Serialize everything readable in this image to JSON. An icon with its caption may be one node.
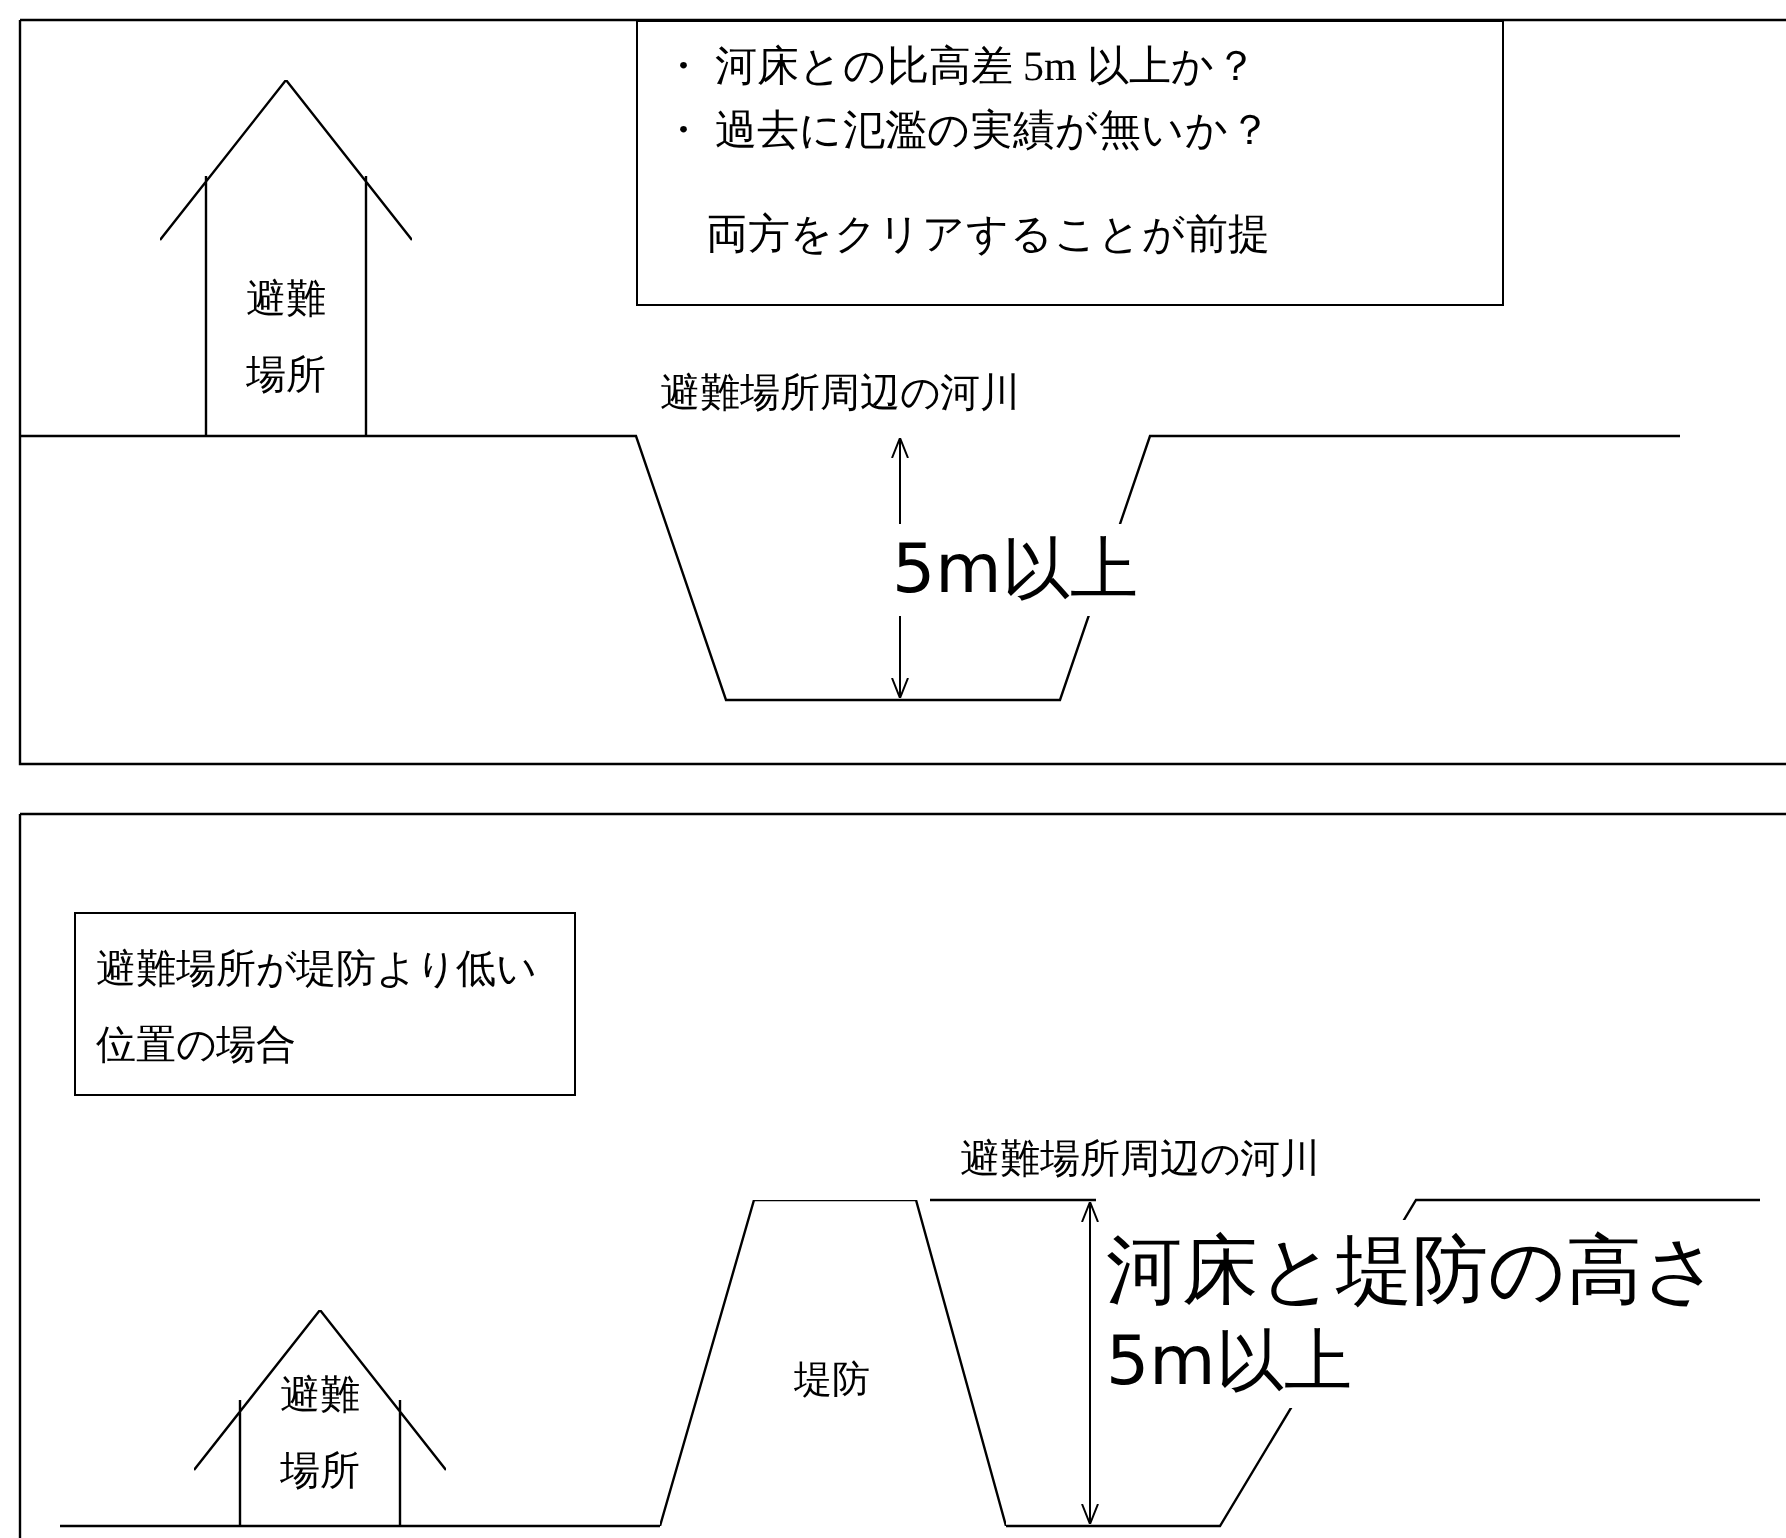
{
  "diagram": {
    "nodes": [
      {
        "text": [
          "・ 河床との比高差 5m 以上か？",
          "・ 過去に氾濫の実績が無いか？",
          "両方をクリアすることが前提"
        ]
      },
      {
        "text": [
          "避難場所"
        ]
      },
      {
        "text": [
          "避難場所が堤防より低い位置の場合"
        ]
      },
      {
        "text": [
          "避難場所"
        ]
      },
      {
        "text": [
          "堤防"
        ]
      }
    ],
    "edges": [],
    "labels": [
      "避難場所周辺の河川",
      "5m以上",
      "避難場所周辺の河川",
      "河床と堤防の高さ",
      "5m以上"
    ]
  }
}
